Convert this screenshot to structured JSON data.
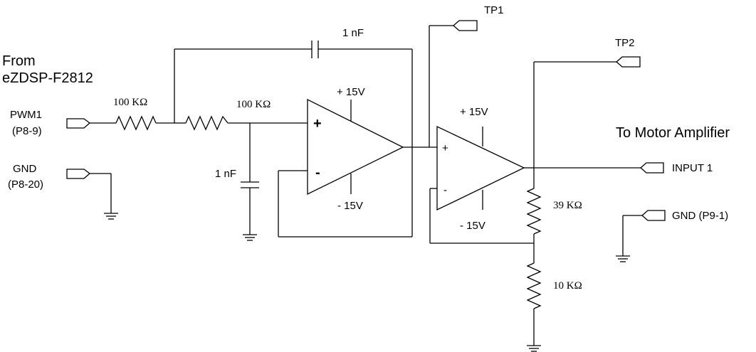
{
  "source_block": {
    "line1": "From",
    "line2": "eZDSP-F2812"
  },
  "ports": {
    "pwm1": {
      "name": "PWM1",
      "pin": "(P8-9)"
    },
    "gnd_in": {
      "name": "GND",
      "pin": "(P8-20)"
    },
    "input1": "INPUT 1",
    "gnd_out": "GND (P9-1)"
  },
  "destination": "To Motor Amplifier",
  "test_points": {
    "tp1": "TP1",
    "tp2": "TP2"
  },
  "components": {
    "r1": "100 KΩ",
    "r2": "100 KΩ",
    "c_feedback": "1 nF",
    "c_shunt": "1 nF",
    "r3": "39 KΩ",
    "r4": "10 KΩ"
  },
  "opamp1": {
    "vpos": "+ 15V",
    "vneg": "- 15V",
    "plus": "+",
    "minus": "-"
  },
  "opamp2": {
    "vpos": "+ 15V",
    "vneg": "- 15V",
    "plus": "+",
    "minus": "-"
  }
}
